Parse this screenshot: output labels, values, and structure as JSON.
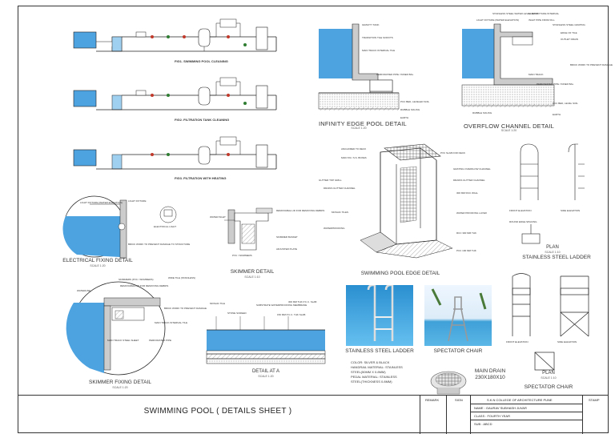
{
  "figures": {
    "fig1": {
      "title": "FIG1. SWIMMING POOL CLEANING"
    },
    "fig2": {
      "title": "FIG2. FILTRATION TANK CLEANING"
    },
    "fig3": {
      "title": "FIG3. FILTRATION WITH HEATING"
    },
    "infinity": {
      "title": "INFINITY EDGE POOL DETAIL",
      "scale": "SCALE 1:20",
      "labels": [
        "GRAVITY TANK",
        "TRANSITION TILE SOFFITS",
        "MAIN TRACK INTERNAL TILE",
        "PERFORATED PIPE / INNER BAL",
        "PCC BED, LEVELED SOIL",
        "RUBBLE SOLING",
        "EARTH"
      ]
    },
    "overflow": {
      "title": "OVERFLOW CHANNEL DETAIL",
      "scale": "SCALE 1:20",
      "labels": [
        "STAINLESS STEEL WATER LEVEL MARK",
        "LIGHT FIXTURE INTERNAL",
        "LIGHT FIXTURE (WATER ELEVATION)",
        "INLET PIPE FROM FILL",
        "STAINLESS STEEL GRATING",
        "EDGE OF TILE",
        "OUTLET DRAIN",
        "BRICK WORK TO PREVENT DAMAGE",
        "MAIN TRACK",
        "PERFORATED PIPE / INNER BAL",
        "PCC BED, LEVEL SOIL",
        "RUBBLE SOLING",
        "EARTH"
      ]
    },
    "edge": {
      "title": "SWIMMING POOL EDGE DETAIL",
      "labels": [
        "ANCHORED TO DECK",
        "MAIN SS / S.S. BOXES",
        "GUTTER TOP GRILL",
        "DRAINS GUTTER CHANNEL",
        "MOSAIC TILES",
        "WATERPROOFING",
        "PVC SLAB FOR DECK",
        "GRATING OVERFLOW CHANNEL",
        "DRAINS GUTTER CHANNEL",
        "300 MM RCC WALL",
        "WATER PROOFING LAYER",
        "RCC 300 MM THK",
        "PCC 100 MM THK"
      ]
    },
    "electrical": {
      "title": "ELECTRICAL FIXING DETAIL",
      "scale": "SCALE 1:20",
      "labels": [
        "LIGHT FIXTURE (WATER ELEVATION)",
        "LIGHT FIXTURE",
        "ELECTRICAL LIGHT",
        "BRICK WORK TO PREVENT DAMAGE TO STRUCTURE"
      ]
    },
    "skimmer": {
      "title": "SKIMMER DETAIL",
      "scale": "SCALE 1:10",
      "labels": [
        "WATER INLET",
        "REMOVABLE LID FOR REMOVING DEBRIS",
        "SKIMMER BASKET",
        "ADJUSTER PLATE",
        "PVC / SKIMMERS"
      ]
    },
    "skimmer_fixing": {
      "title": "SKIMMER FIXING DETAIL",
      "scale": "SCALE 1:20",
      "labels": [
        "SKIMMERS (PVC / SKIMMERS)",
        "REMOVABLE LID FOR REMOVING DEBRIS",
        "WATERLINE",
        "WIDE TILE (STAINLESS)",
        "BRICK WORK TO PREVENT DAMAGE",
        "MAIN TRACK INTERNAL TILE",
        "PERFORATED PIPE",
        "MAIN TRACK STEEL SHEET"
      ]
    },
    "detail_a": {
      "title": "DETAIL AT A",
      "scale": "SCALE 1:20",
      "labels": [
        "MOSAIC TILE",
        "STONE SCREED",
        "SUBSTRATE WATERPROOFING MEMBRANE",
        "300 MM THK P.C.C. SLAB",
        "150 MM P.C.C. THK SLAB"
      ]
    },
    "ladder_photo": {
      "title": "STAINLESS STEEL LADDER"
    },
    "chair_photo": {
      "title": "SPECTATOR CHAIR"
    },
    "ladder_spec": {
      "line1": "COLOR: SILVER & BLACK",
      "line2": "HANDRAIL MATERIAL: STAINLESS",
      "line3": "STEEL(50MM X 0.8MM)",
      "line4": "PEDAL MATERIAL: STAINLESS",
      "line5": "STEEL(THICKNESS 0.8MM)"
    },
    "main_drain": {
      "title": "MAIN DRAIN",
      "size": "230X180X10"
    },
    "ladder_drawing": {
      "title": "STAINLESS STEEL LADDER",
      "plan": "PLAN",
      "plan_scale": "SCALE 1:10",
      "front": "FRONT ELEVATION",
      "side": "SIDE ELEVATION",
      "note": "ROUND EDGE SPACING"
    },
    "chair_drawing": {
      "title": "SPECTATOR CHAIR",
      "plan": "PLAN",
      "plan_scale": "SCALE 1:10",
      "front": "FRONT ELEVATION",
      "side": "SIDE ELEVATION"
    }
  },
  "title_block": {
    "sheet_title": "SWIMMING POOL ( DETAILS SHEET )",
    "remark": "REMARK",
    "sign": "SIGN",
    "college": "S.K.N COLLEGE OF ARCHITECTURE PUNE",
    "stamp": "STAMP",
    "name": "NAME : GAURAV SUBHASH JUVAR",
    "class": "CLASS : FOURTH YEAR",
    "sub": "SUB : ABCD"
  },
  "colors": {
    "water": "#4da3e0",
    "line": "#222222",
    "pipe_red": "#c0392b",
    "pipe_green": "#2e7d32"
  }
}
